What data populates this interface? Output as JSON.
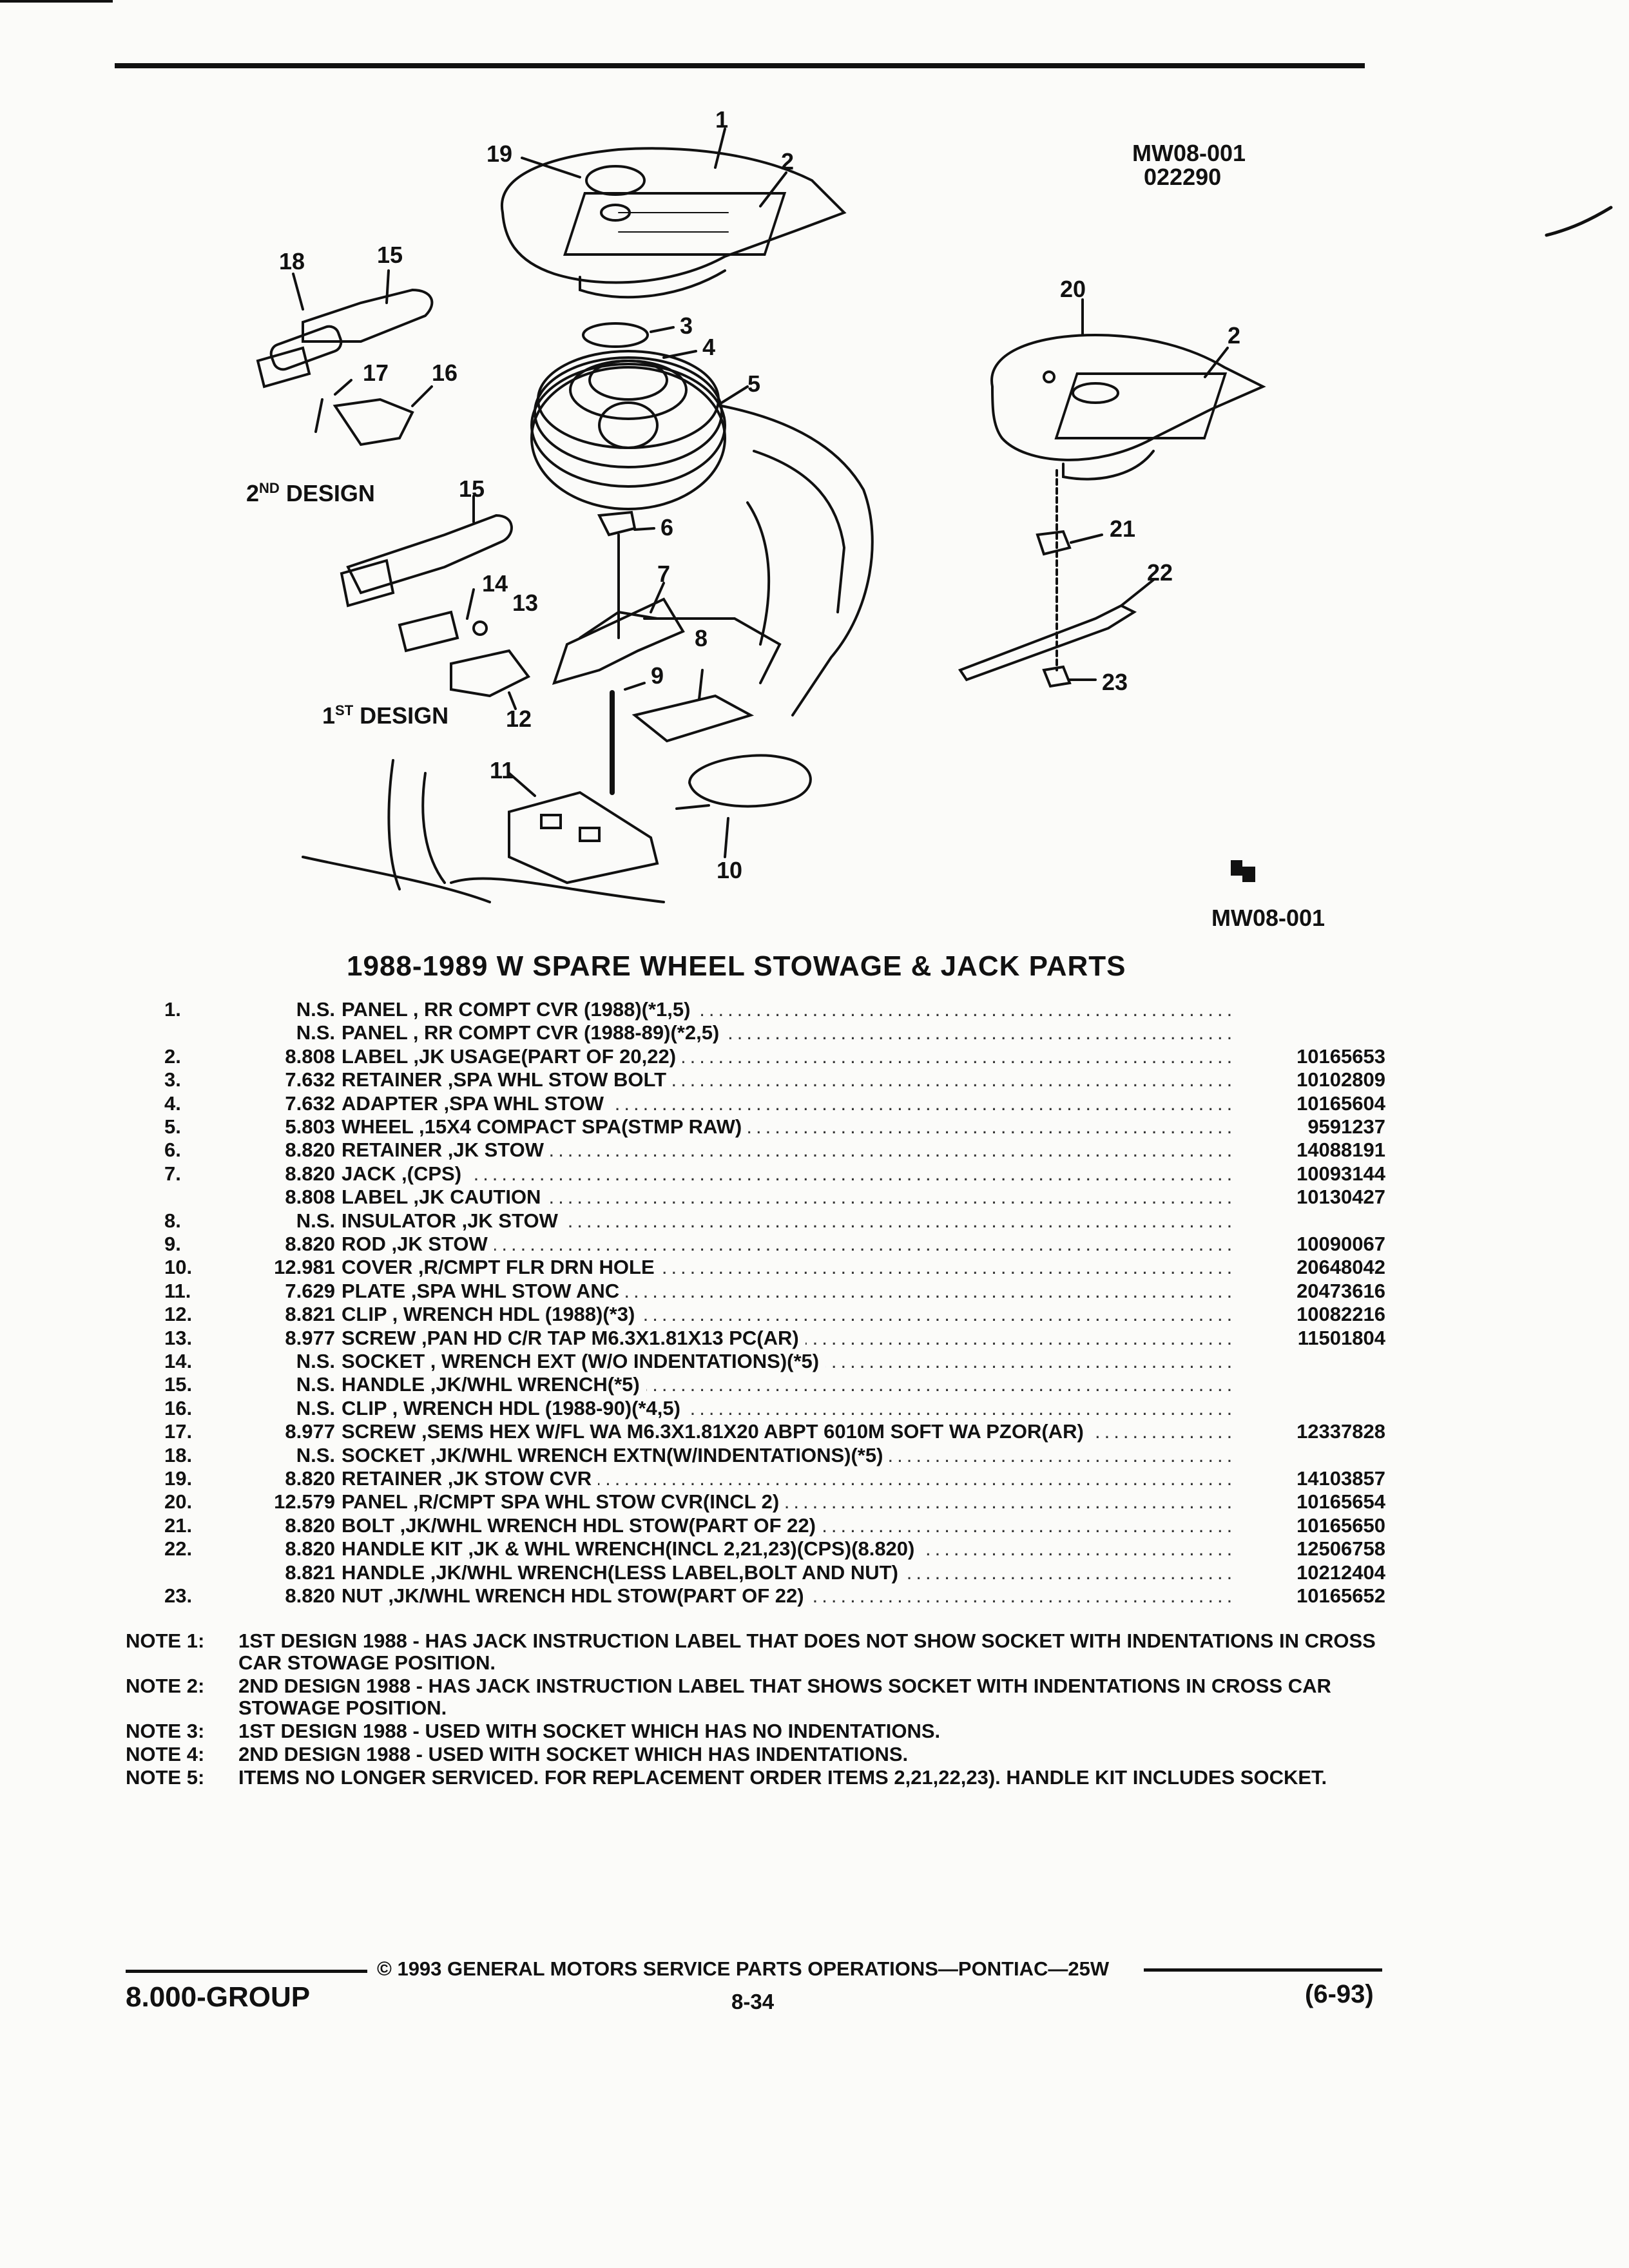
{
  "header": {
    "ref_code": "MW08-001",
    "ref_date": "022290",
    "footer_ref_code": "MW08-001"
  },
  "diagram": {
    "callouts": [
      "1",
      "2",
      "3",
      "4",
      "5",
      "6",
      "7",
      "8",
      "9",
      "10",
      "11",
      "12",
      "13",
      "14",
      "15",
      "16",
      "17",
      "18",
      "19",
      "20",
      "21",
      "22",
      "23"
    ],
    "design_2_label": "2ND DESIGN",
    "design_1_label": "1ST DESIGN"
  },
  "section_title": "1988-1989 W SPARE WHEEL STOWAGE & JACK PARTS",
  "parts": [
    {
      "num": "1.",
      "group": "N.S.",
      "desc": "PANEL , RR COMPT CVR (1988)(*1,5)",
      "part": ""
    },
    {
      "num": "",
      "group": "N.S.",
      "desc": "PANEL , RR COMPT CVR (1988-89)(*2,5)",
      "part": ""
    },
    {
      "num": "2.",
      "group": "8.808",
      "desc": "LABEL ,JK USAGE(PART OF 20,22)",
      "part": "10165653"
    },
    {
      "num": "3.",
      "group": "7.632",
      "desc": "RETAINER ,SPA WHL STOW BOLT",
      "part": "10102809"
    },
    {
      "num": "4.",
      "group": "7.632",
      "desc": "ADAPTER ,SPA WHL STOW",
      "part": "10165604"
    },
    {
      "num": "5.",
      "group": "5.803",
      "desc": "WHEEL ,15X4 COMPACT SPA(STMP RAW)",
      "part": "9591237"
    },
    {
      "num": "6.",
      "group": "8.820",
      "desc": "RETAINER ,JK STOW",
      "part": "14088191"
    },
    {
      "num": "7.",
      "group": "8.820",
      "desc": "JACK ,(CPS)",
      "part": "10093144"
    },
    {
      "num": "",
      "group": "8.808",
      "desc": "LABEL ,JK CAUTION",
      "part": "10130427"
    },
    {
      "num": "8.",
      "group": "N.S.",
      "desc": "INSULATOR ,JK STOW",
      "part": ""
    },
    {
      "num": "9.",
      "group": "8.820",
      "desc": "ROD ,JK STOW",
      "part": "10090067"
    },
    {
      "num": "10.",
      "group": "12.981",
      "desc": "COVER ,R/CMPT FLR DRN HOLE",
      "part": "20648042"
    },
    {
      "num": "11.",
      "group": "7.629",
      "desc": "PLATE ,SPA WHL STOW ANC",
      "part": "20473616"
    },
    {
      "num": "12.",
      "group": "8.821",
      "desc": "CLIP , WRENCH HDL (1988)(*3)",
      "part": "10082216"
    },
    {
      "num": "13.",
      "group": "8.977",
      "desc": "SCREW ,PAN HD C/R TAP M6.3X1.81X13 PC(AR)",
      "part": "11501804"
    },
    {
      "num": "14.",
      "group": "N.S.",
      "desc": "SOCKET , WRENCH EXT (W/O INDENTATIONS)(*5)",
      "part": ""
    },
    {
      "num": "15.",
      "group": "N.S.",
      "desc": "HANDLE ,JK/WHL WRENCH(*5)",
      "part": ""
    },
    {
      "num": "16.",
      "group": "N.S.",
      "desc": "CLIP , WRENCH HDL (1988-90)(*4,5)",
      "part": ""
    },
    {
      "num": "17.",
      "group": "8.977",
      "desc": "SCREW ,SEMS HEX W/FL WA M6.3X1.81X20 ABPT 6010M SOFT WA PZOR(AR)",
      "part": "12337828"
    },
    {
      "num": "18.",
      "group": "N.S.",
      "desc": "SOCKET ,JK/WHL WRENCH EXTN(W/INDENTATIONS)(*5)",
      "part": ""
    },
    {
      "num": "19.",
      "group": "8.820",
      "desc": "RETAINER ,JK STOW CVR",
      "part": "14103857"
    },
    {
      "num": "20.",
      "group": "12.579",
      "desc": "PANEL ,R/CMPT SPA WHL STOW CVR(INCL 2)",
      "part": "10165654"
    },
    {
      "num": "21.",
      "group": "8.820",
      "desc": "BOLT ,JK/WHL WRENCH HDL STOW(PART OF 22)",
      "part": "10165650"
    },
    {
      "num": "22.",
      "group": "8.820",
      "desc": "HANDLE KIT ,JK & WHL WRENCH(INCL 2,21,23)(CPS)(8.820)",
      "part": "12506758"
    },
    {
      "num": "",
      "group": "8.821",
      "desc": "HANDLE ,JK/WHL WRENCH(LESS LABEL,BOLT AND NUT)",
      "part": "10212404"
    },
    {
      "num": "23.",
      "group": "8.820",
      "desc": "NUT ,JK/WHL WRENCH HDL STOW(PART OF 22)",
      "part": "10165652"
    }
  ],
  "notes": [
    {
      "label": "NOTE 1:",
      "text": "1ST DESIGN 1988 - HAS JACK INSTRUCTION LABEL THAT DOES NOT SHOW SOCKET WITH INDENTATIONS IN CROSS CAR STOWAGE POSITION."
    },
    {
      "label": "NOTE 2:",
      "text": "2ND DESIGN 1988 - HAS JACK INSTRUCTION LABEL THAT SHOWS SOCKET WITH INDENTATIONS IN CROSS CAR STOWAGE POSITION."
    },
    {
      "label": "NOTE 3:",
      "text": "1ST DESIGN 1988 - USED WITH SOCKET WHICH HAS NO INDENTATIONS."
    },
    {
      "label": "NOTE 4:",
      "text": "2ND DESIGN 1988 - USED WITH SOCKET WHICH HAS INDENTATIONS."
    },
    {
      "label": "NOTE 5:",
      "text": "ITEMS NO LONGER SERVICED. FOR REPLACEMENT ORDER ITEMS 2,21,22,23). HANDLE KIT INCLUDES SOCKET."
    }
  ],
  "footer": {
    "copyright": "© 1993 GENERAL MOTORS SERVICE PARTS OPERATIONS—PONTIAC—25W",
    "group": "8.000-GROUP",
    "page": "8-34",
    "date_code": "(6-93)"
  }
}
